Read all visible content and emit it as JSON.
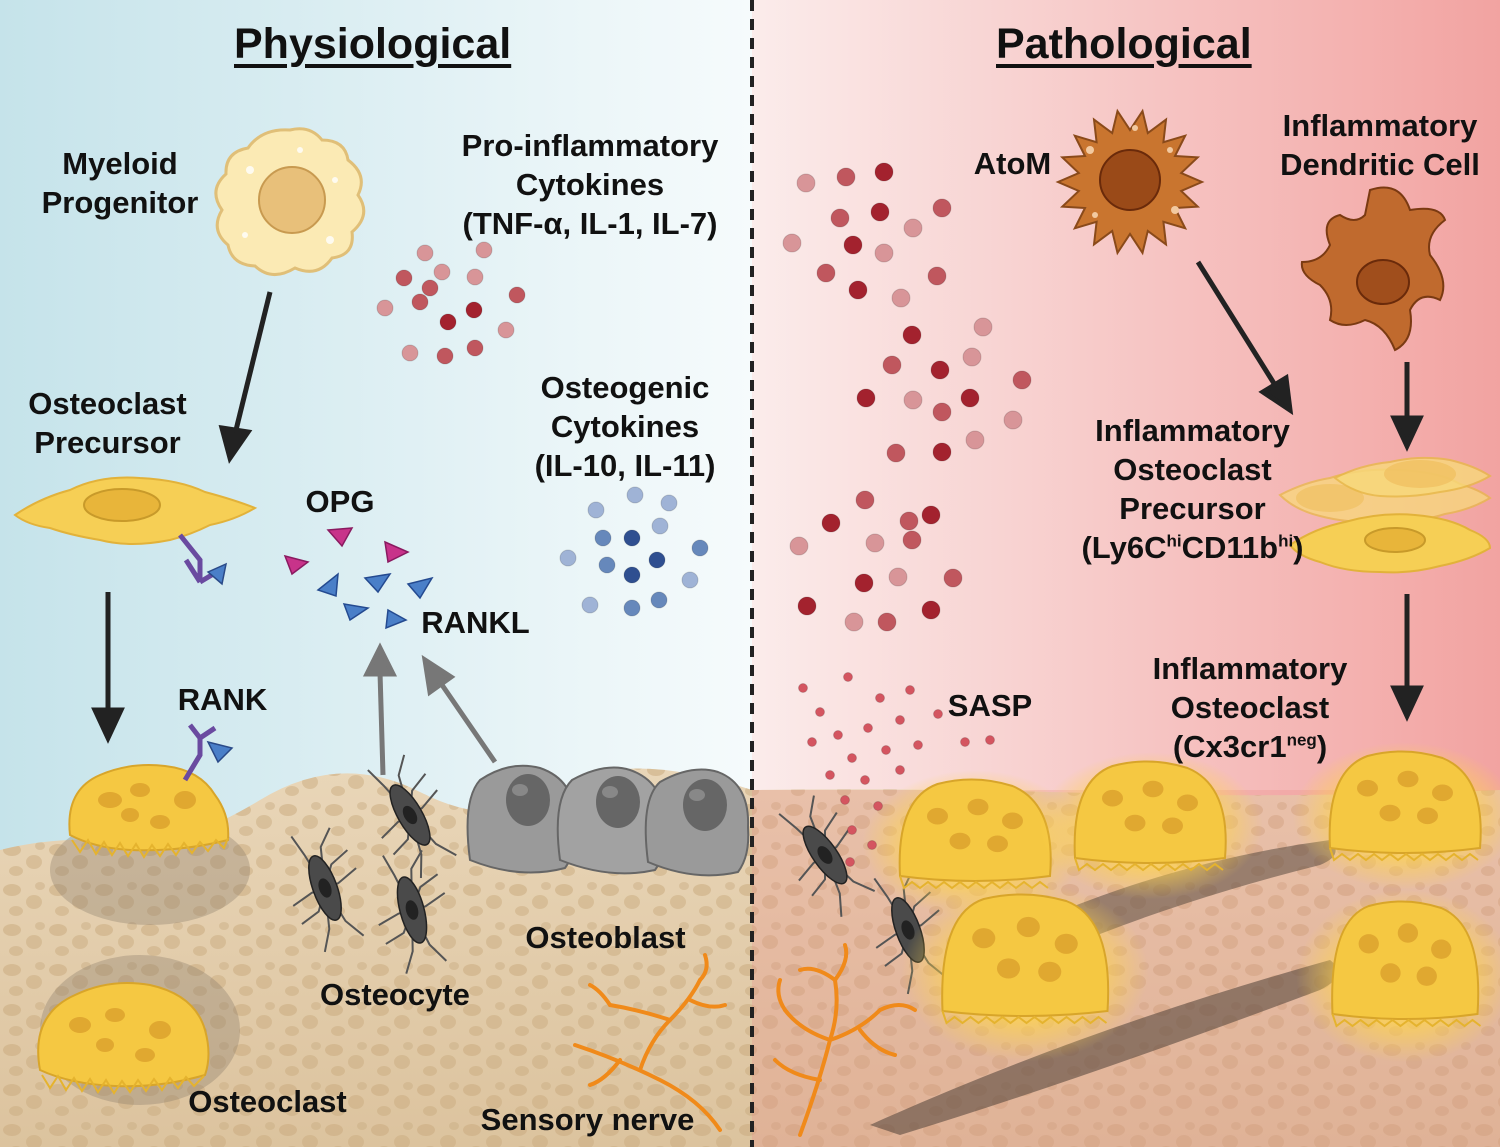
{
  "panels": {
    "left_title": "Physiological",
    "right_title": "Pathological"
  },
  "labels": {
    "myeloid_progenitor": [
      "Myeloid",
      "Progenitor"
    ],
    "pro_inflammatory": [
      "Pro-inflammatory",
      "Cytokines",
      "(TNF-α, IL-1, IL-7)"
    ],
    "osteoclast_precursor": [
      "Osteoclast",
      "Precursor"
    ],
    "opg": "OPG",
    "osteogenic": [
      "Osteogenic",
      "Cytokines",
      "(IL-10, IL-11)"
    ],
    "rankl": "RANKL",
    "rank": "RANK",
    "osteocyte": "Osteocyte",
    "osteoblast": "Osteoblast",
    "osteoclast": "Osteoclast",
    "sensory_nerve": "Sensory nerve",
    "atom": "AtoM",
    "inflammatory_dc": [
      "Inflammatory",
      "Dendritic Cell"
    ],
    "inflammatory_ocp": [
      "Inflammatory",
      "Osteoclast",
      "Precursor"
    ],
    "inflammatory_ocp_marker": {
      "a": "(Ly6C",
      "a_sup": "hi",
      "b": "CD11b",
      "b_sup": "hi",
      "c": ")"
    },
    "sasp": "SASP",
    "inflammatory_oc": [
      "Inflammatory",
      "Osteoclast"
    ],
    "inflammatory_oc_marker": {
      "a": "(Cx3cr1",
      "a_sup": "neg",
      "c": ")"
    }
  },
  "colors": {
    "left_bg": "#cde8ef",
    "right_bg": "#f2a8a6",
    "bone": "#e8d3b4",
    "osteoclast": "#f5c842",
    "cytokine_red": "#a02a34",
    "cytokine_blue": "#3a5ea0",
    "opg": "#c8338a",
    "rankl": "#4a7fc8",
    "nerve": "#f08a1a",
    "atom": "#c06a2a"
  }
}
